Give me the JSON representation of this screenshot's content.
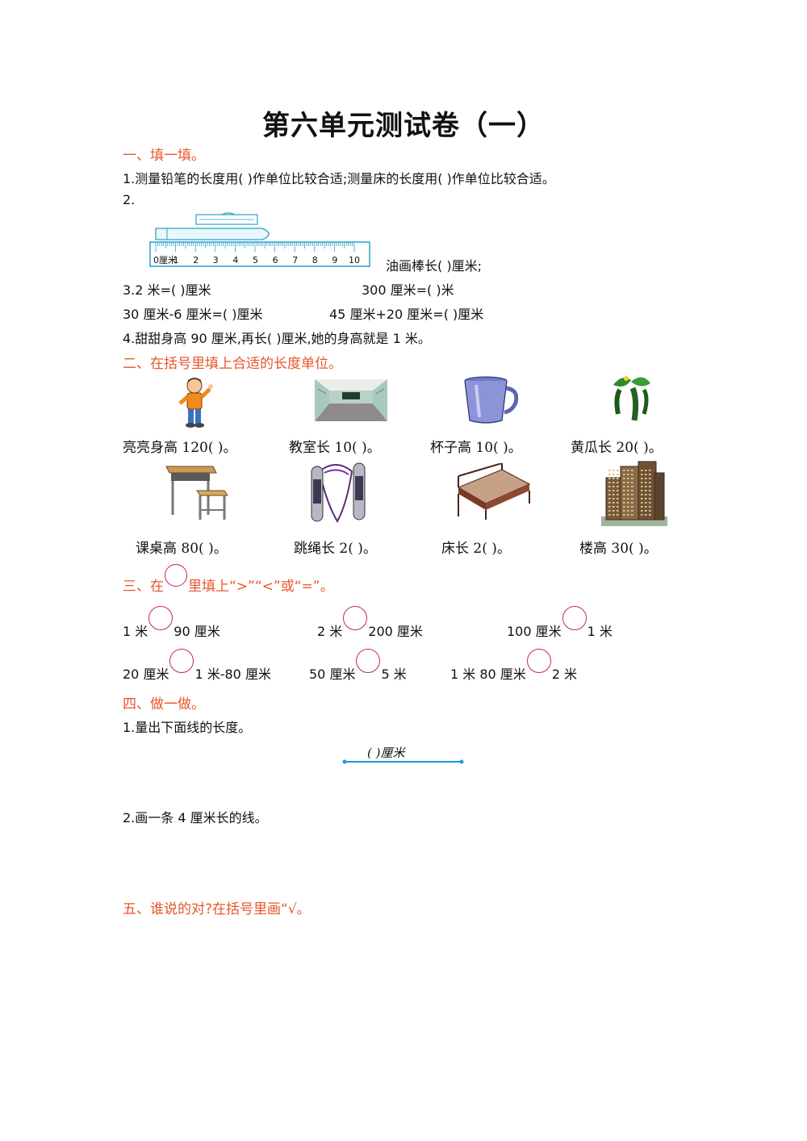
{
  "title": "第六单元测试卷（一）",
  "sections": {
    "s1": "一、填一填。",
    "s2": "二、在括号里填上合适的长度单位。",
    "s3_a": "三、在",
    "s3_b": "里填上“>”“<”或“=”。",
    "s4": "四、做一做。",
    "s5": "五、谁说的对?在括号里画“√。"
  },
  "part1": {
    "q1": "1.测量铅笔的长度用(        )作单位比较合适;测量床的长度用(        )作单位比较合适。",
    "q2": "2.",
    "ruler_unit": "0厘米",
    "ruler_ticks": [
      "1",
      "2",
      "3",
      "4",
      "5",
      "6",
      "7",
      "8",
      "9",
      "10"
    ],
    "q2_text": "油画棒长(        )厘米;",
    "q3_a": "3.2 米=(        )厘米",
    "q3_b": "300 厘米=(        )米",
    "q3_c": "30 厘米-6 厘米=(        )厘米",
    "q3_d": "45 厘米+20 厘米=(        )厘米",
    "q4": "4.甜甜身高 90 厘米,再长(        )厘米,她的身高就是 1 米。"
  },
  "part2": {
    "row1": [
      "亮亮身高 120(       )。",
      "教室长 10(       )。",
      "杯子高 10(       )。",
      "黄瓜长 20(       )。"
    ],
    "row2": [
      "课桌高 80(       )。",
      "跳绳长 2(       )。",
      "床长 2(       )。",
      "楼高 30(       )。"
    ]
  },
  "part3": {
    "row1": [
      {
        "left": "1 米",
        "right": "90 厘米"
      },
      {
        "left": "2 米",
        "right": "200 厘米"
      },
      {
        "left": "100 厘米",
        "right": "1 米"
      }
    ],
    "row2": [
      {
        "left": "20 厘米",
        "right": "1 米-80 厘米"
      },
      {
        "left": "50 厘米",
        "right": "5 米"
      },
      {
        "left": "1 米 80 厘米",
        "right": "2 米"
      }
    ]
  },
  "part4": {
    "q1": "1.量出下面线的长度。",
    "line_label": "(     )厘米",
    "q2": "2.画一条 4 厘米长的线。"
  },
  "colors": {
    "section": "#e8552a",
    "circle": "#c0246e",
    "line": "#1a9ad6"
  }
}
